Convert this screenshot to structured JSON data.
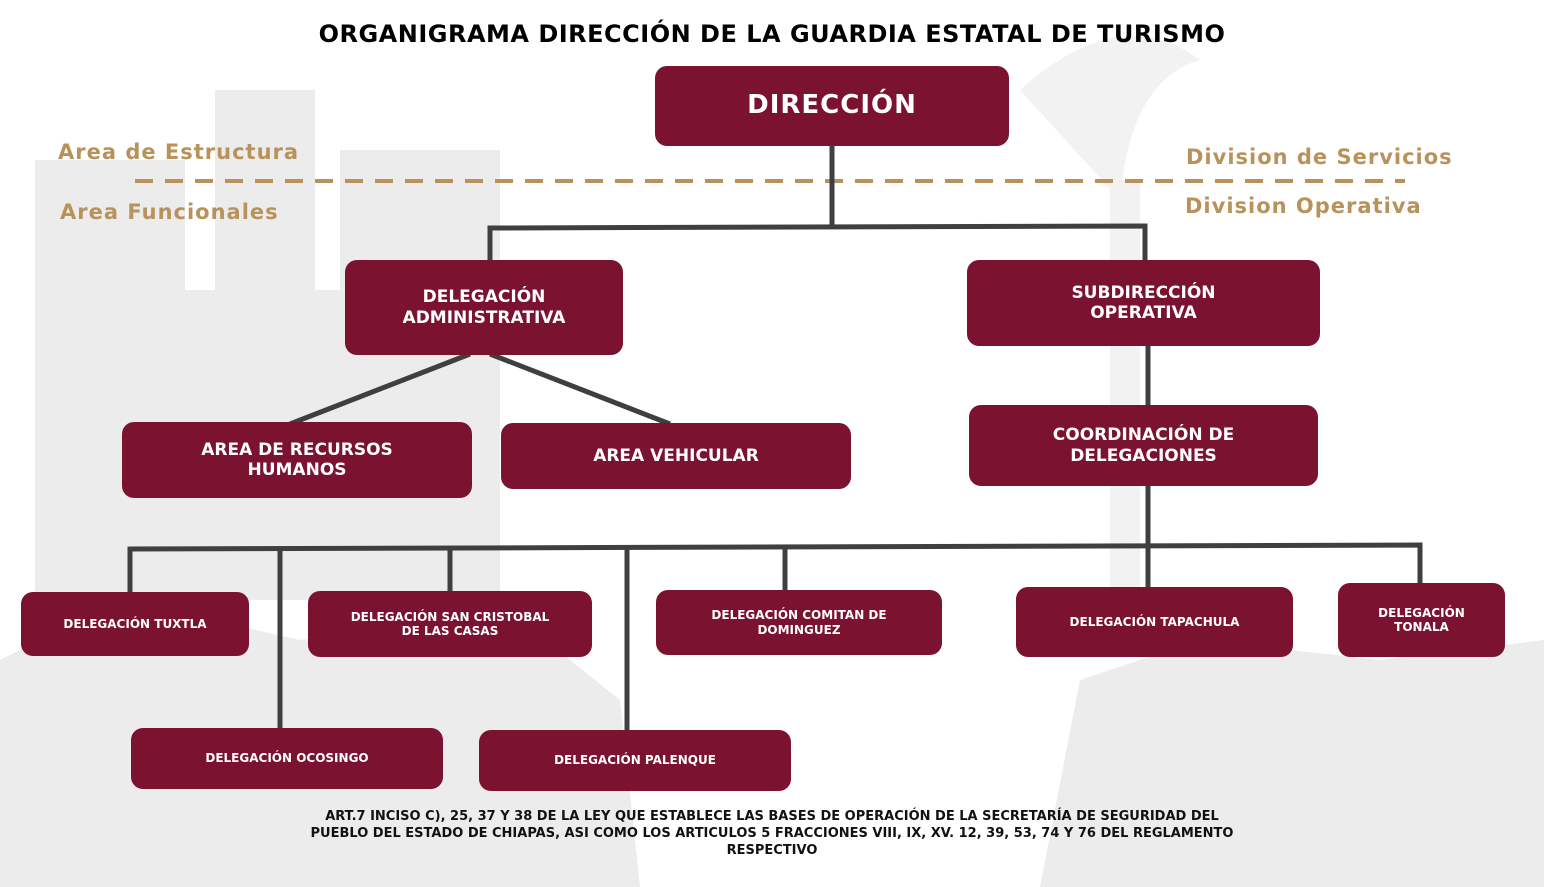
{
  "title": "ORGANIGRAMA DIRECCIÓN DE LA GUARDIA ESTATAL DE TURISMO",
  "labels": {
    "area_estructura": "Area de Estructura",
    "area_funcionales": "Area Funcionales",
    "division_servicios": "Division de Servicios",
    "division_operativa": "Division Operativa"
  },
  "nodes": {
    "direccion": "DIRECCIÓN",
    "delegacion_administrativa": "DELEGACIÓN ADMINISTRATIVA",
    "subdireccion_operativa": "SUBDIRECCIÓN OPERATIVA",
    "recursos_humanos": "AREA DE RECURSOS HUMANOS",
    "area_vehicular": "AREA VEHICULAR",
    "coordinacion_delegaciones": "COORDINACIÓN DE DELEGACIONES",
    "tuxtla": "DELEGACIÓN TUXTLA",
    "san_cristobal": "DELEGACIÓN SAN CRISTOBAL DE LAS CASAS",
    "comitan": "DELEGACIÓN COMITAN DE DOMINGUEZ",
    "tapachula": "DELEGACIÓN TAPACHULA",
    "tonala": "DELEGACIÓN TONALA",
    "ocosingo": "DELEGACIÓN OCOSINGO",
    "palenque": "DELEGACIÓN PALENQUE"
  },
  "footer": "ART.7 INCISO C), 25, 37 Y 38 DE LA LEY QUE ESTABLECE LAS BASES DE OPERACIÓN DE LA SECRETARÍA DE SEGURIDAD DEL PUEBLO DEL ESTADO DE CHIAPAS, ASI COMO LOS ARTICULOS 5 FRACCIONES VIII, IX, XV. 12, 39, 53, 74 Y 76 DEL REGLAMENTO RESPECTIVO",
  "colors": {
    "box": "#7a1230",
    "gold": "#b8925a",
    "line": "#3f3f3f"
  }
}
